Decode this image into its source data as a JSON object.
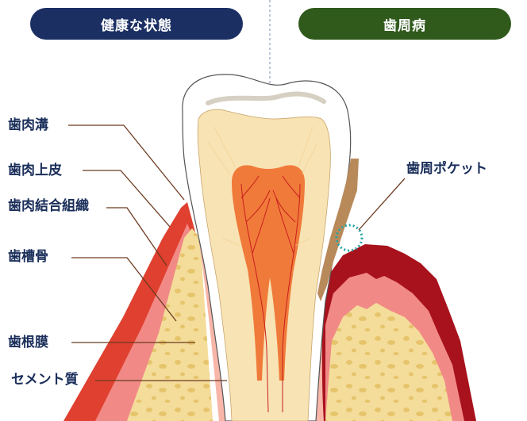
{
  "headers": {
    "healthy": "健康な状態",
    "disease": "歯周病"
  },
  "labels": {
    "gingival_sulcus": "歯肉溝",
    "gingival_epithelium": "歯肉上皮",
    "gingival_connective_tissue": "歯肉結合組織",
    "alveolar_bone": "歯槽骨",
    "periodontal_ligament": "歯根膜",
    "cementum": "セメント質",
    "periodontal_pocket": "歯周ポケット"
  },
  "colors": {
    "healthy_header": "#1b2f63",
    "disease_header": "#2f5a1c",
    "label_text": "#1a2e5a",
    "leader_line": "#6b3a1f",
    "gum_outer": "#e0402f",
    "gum_inner": "#f18a86",
    "inflamed_gum": "#a8121d",
    "bone": "#f4dd9a",
    "enamel": "#ffffff",
    "dentin": "#f8e3b4",
    "pulp": "#f07a3a",
    "nerve": "#c81e1e",
    "pocket_marker": "#27a3a3",
    "tartar": "#b88a5a"
  }
}
